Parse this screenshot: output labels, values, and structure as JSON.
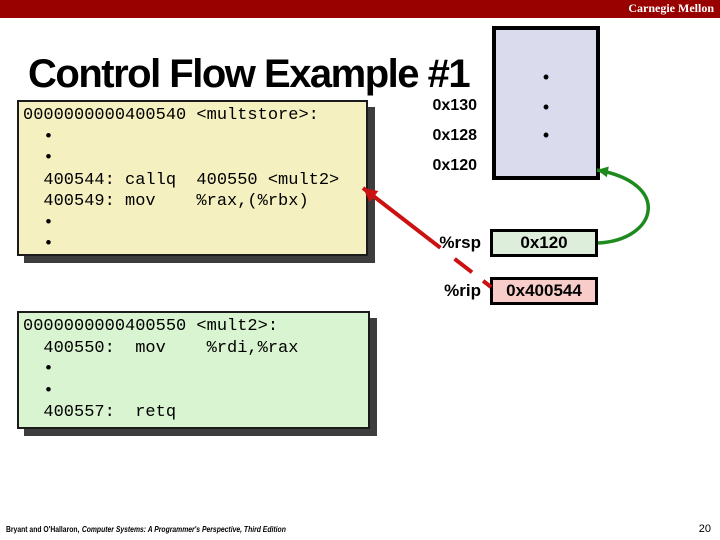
{
  "slide": {
    "banner": "Carnegie Mellon",
    "title": "Control Flow Example #1",
    "footer_authors": "Bryant and O'Hallaron,",
    "footer_book": "Computer Systems: A Programmer's Perspective, Third Edition",
    "page_number": "20"
  },
  "disassembly": {
    "multstore": "0000000000400540 <multstore>:\n  •\n  •\n  400544: callq  400550 <mult2>\n  400549: mov    %rax,(%rbx)\n  •\n  •",
    "mult2": "0000000000400550 <mult2>:\n  400550:  mov    %rdi,%rax\n  •\n  •\n  400557:  retq"
  },
  "stack": {
    "address_labels": [
      "0x130",
      "0x128",
      "0x120"
    ],
    "dots": [
      "•",
      "•",
      "•"
    ]
  },
  "registers": [
    {
      "name": "%rsp",
      "value": "0x120"
    },
    {
      "name": "%rip",
      "value": "0x400544"
    }
  ],
  "colors": {
    "banner_red": "#990000",
    "code_box_yellow": "#f4f0c0",
    "code_box_green": "#d8f4d0",
    "stack_lavender": "#dbdbee",
    "rsp_value_green": "#ddeeda",
    "rip_value_pink": "#f8cdc9",
    "arrow_red": "#cc1111",
    "arrow_green": "#1e8a1e",
    "box_shadow_gray": "#3d3d3d"
  }
}
